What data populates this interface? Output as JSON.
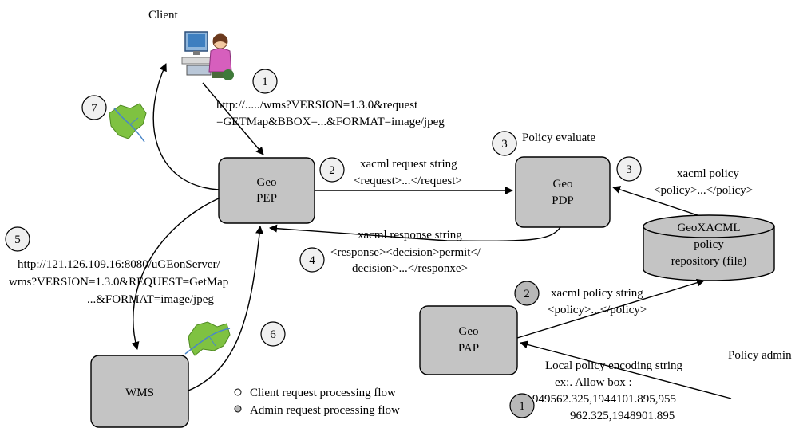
{
  "colors": {
    "box_fill": "#c4c4c4",
    "stroke": "#000000",
    "circle_fill": "#f0f0f0",
    "legend_client": "#ffffff",
    "legend_admin": "#b8b8b8",
    "map_green": "#7fc241",
    "map_blue": "#4a86c8"
  },
  "icons": {
    "client": "client-computer-user-icon",
    "map": "map-icon"
  },
  "actors": {
    "client_label": "Client",
    "policy_admin_label": "Policy admin"
  },
  "components": {
    "pep": [
      "Geo",
      "PEP"
    ],
    "pdp": [
      "Geo",
      "PDP"
    ],
    "pap": [
      "Geo",
      "PAP"
    ],
    "wms": "WMS",
    "repository": [
      "GeoXACML",
      "policy",
      "repository (file)"
    ]
  },
  "steps": {
    "client_request": {
      "number": "1",
      "lines": [
        "http://...../wms?VERSION=1.3.0&request",
        "=GETMap&BBOX=...&FORMAT=image/jpeg"
      ]
    },
    "request_string": {
      "number": "2",
      "lines": [
        "xacml request string",
        "<request>...</request>"
      ]
    },
    "policy_evaluate": {
      "number": "3",
      "label": "Policy evaluate"
    },
    "policy_load": {
      "number": "3",
      "lines": [
        "xacml policy",
        "<policy>...</policy>"
      ]
    },
    "response_string": {
      "number": "4",
      "lines": [
        "xacml response string",
        "<response><decision>permit</",
        "decision>...</responxe>"
      ]
    },
    "wms_request": {
      "number": "5",
      "lines": [
        "http://121.126.109.16:8080/uGEonServer/",
        "wms?VERSION=1.3.0&REQUEST=GetMap",
        "...&FORMAT=image/jpeg"
      ]
    },
    "wms_response": {
      "number": "6"
    },
    "map_to_client": {
      "number": "7"
    },
    "admin_policy_string": {
      "number": "2",
      "lines": [
        "xacml policy string",
        "<policy>...</policy>"
      ]
    },
    "admin_encoding": {
      "number": "1",
      "lines": [
        "Local policy encoding string",
        "ex:. Allow box :",
        "949562.325,1944101.895,955",
        "962.325,1948901.895"
      ]
    }
  },
  "legend": {
    "client_flow": "Client request processing flow",
    "admin_flow": "Admin request processing flow"
  }
}
